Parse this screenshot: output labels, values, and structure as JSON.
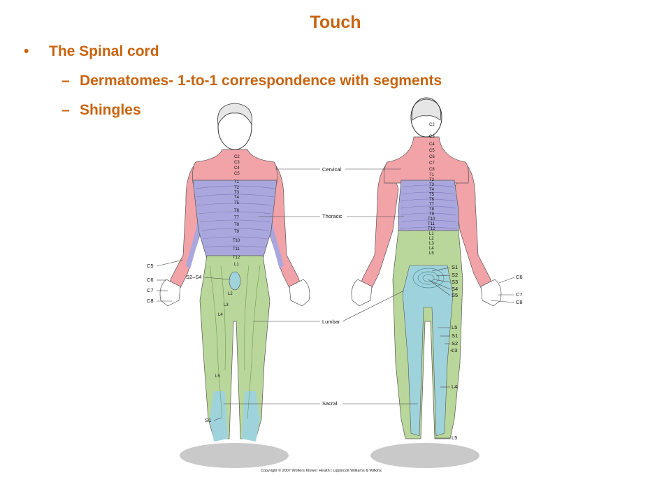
{
  "slide": {
    "title": "Touch",
    "bullet": "The Spinal cord",
    "subbullets": [
      "Dermatomes- 1-to-1 correspondence with segments",
      "Shingles"
    ]
  },
  "colors": {
    "text": "#c8640f",
    "cervical": "#f1a3a8",
    "thoracic": "#a9a7dd",
    "lumbar": "#b9d79a",
    "sacral": "#9fd3dc",
    "skin": "#ffffff",
    "floor": "#c9c9c9"
  },
  "figure": {
    "regions": [
      "Cervical",
      "Thoracic",
      "Lumbar",
      "Sacral"
    ],
    "front_segments": [
      "C2",
      "C3",
      "C4",
      "C5",
      "T1",
      "T2",
      "T3",
      "T4",
      "T5",
      "T6",
      "T7",
      "T8",
      "T9",
      "T10",
      "T11",
      "T12",
      "L1"
    ],
    "front_side_labels": [
      "C5",
      "C6",
      "C7",
      "C8",
      "S2–S4",
      "S1"
    ],
    "front_leg_labels": [
      "L2",
      "L3",
      "L4",
      "L5"
    ],
    "back_segments": [
      "C2",
      "C3",
      "C4",
      "C5",
      "C6",
      "C7",
      "C8",
      "T1",
      "T2",
      "T3",
      "T4",
      "T5",
      "T6",
      "T7",
      "T8",
      "T9",
      "T10",
      "T11",
      "T12",
      "L1",
      "L2",
      "L3",
      "L4",
      "L5"
    ],
    "back_side_labels": [
      "S1",
      "S2",
      "S3",
      "S4",
      "S5",
      "C6",
      "C7",
      "C8",
      "L5",
      "S1",
      "S2",
      "L3",
      "L4",
      "L5"
    ],
    "copyright": "Copyright © 2007 Wolters Kluwer Health | Lippincott Williams & Wilkins"
  }
}
